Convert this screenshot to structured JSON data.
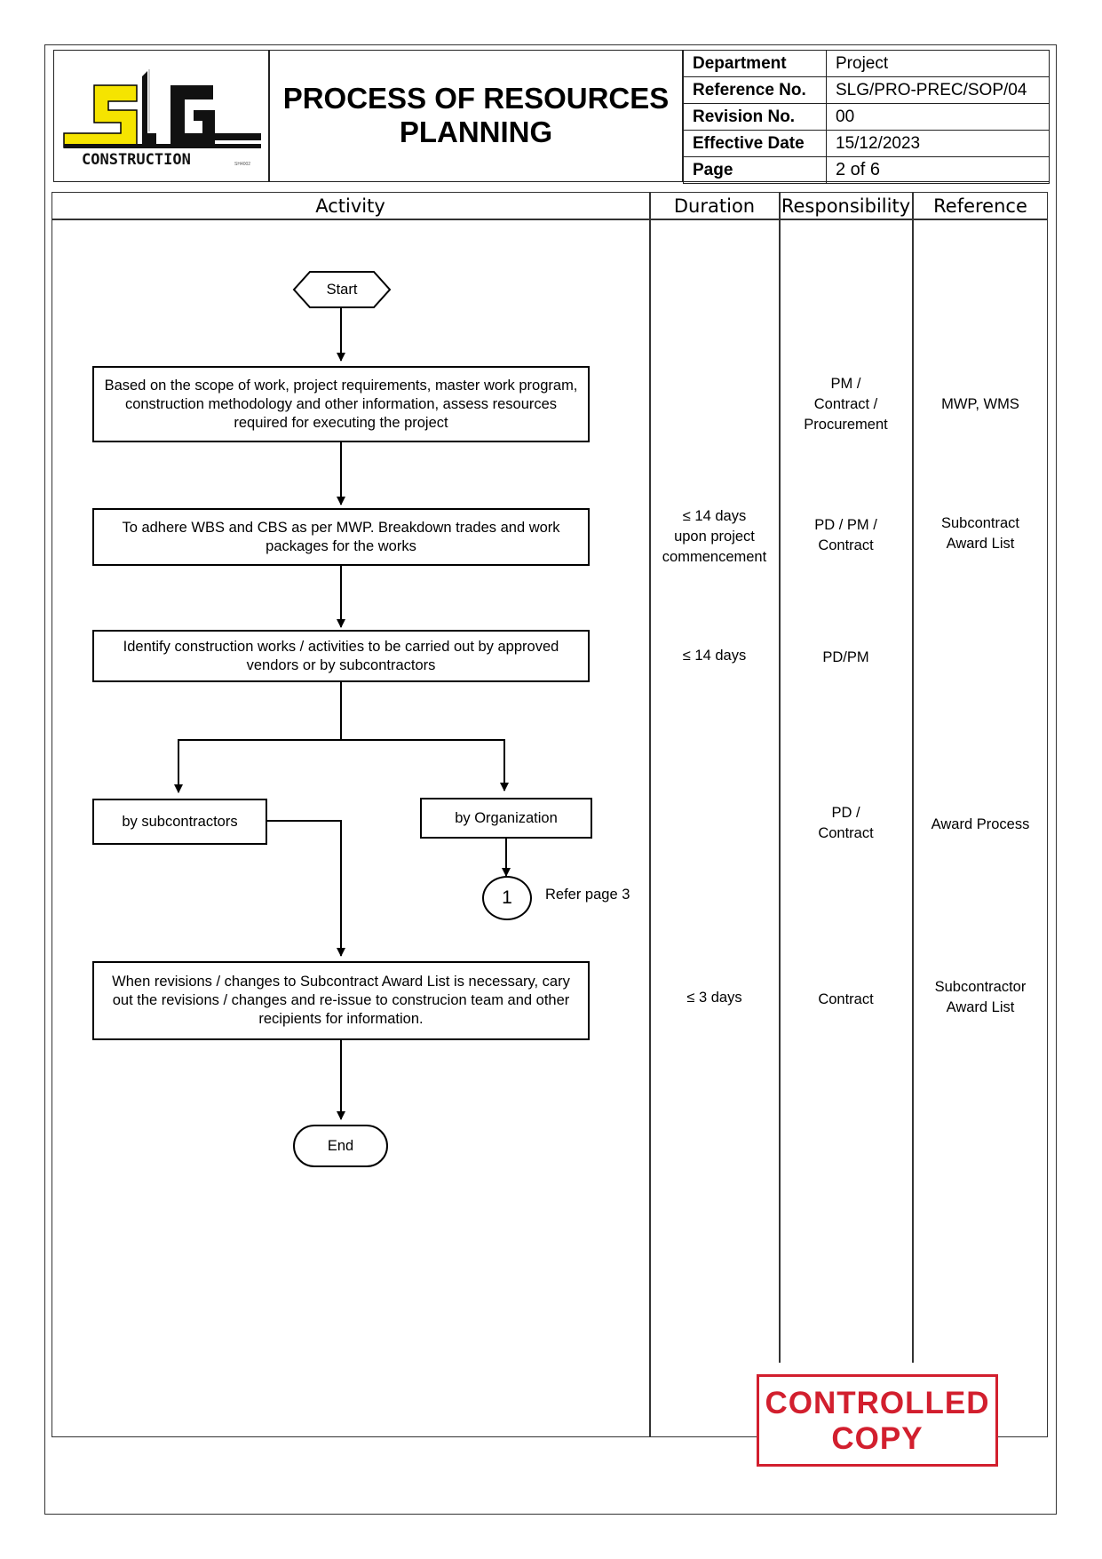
{
  "logo": {
    "letters": "SLG",
    "subtitle": "CONSTRUCTION",
    "tiny": "SH4002"
  },
  "header": {
    "title": "PROCESS OF RESOURCES PLANNING",
    "rows": [
      {
        "label": "Department",
        "value": "Project"
      },
      {
        "label": "Reference No.",
        "value": "SLG/PRO-PREC/SOP/04"
      },
      {
        "label": "Revision No.",
        "value": "00"
      },
      {
        "label": "Effective Date",
        "value": "15/12/2023"
      },
      {
        "label": "Page",
        "value": "2 of 6"
      }
    ]
  },
  "columns": {
    "activity": "Activity",
    "duration": "Duration",
    "responsibility": "Responsibility",
    "reference": "Reference"
  },
  "flow": {
    "start": "Start",
    "step1": "Based on the scope of work, project requirements, master work program, construction methodology and other information, assess resources required for executing the project",
    "step2": "To adhere WBS and CBS as per MWP. Breakdown trades and work packages for the works",
    "step3": "Identify construction works / activities to be carried out by approved vendors or by subcontractors",
    "branch_sub": "by subcontractors",
    "branch_org": "by Organization",
    "connector": "1",
    "connector_note": "Refer page 3",
    "step4": "When revisions / changes to Subcontract Award List is necessary, cary out the revisions / changes and re-issue to construcion team and other recipients for information.",
    "end": "End"
  },
  "rows": {
    "r1": {
      "responsibility": "PM /\nContract /\nProcurement",
      "reference": "MWP, WMS"
    },
    "r2": {
      "duration": "≤ 14 days\nupon project\ncommencement",
      "responsibility": "PD / PM /\nContract",
      "reference": "Subcontract\nAward List"
    },
    "r3": {
      "duration": "≤ 14 days",
      "responsibility": "PD/PM"
    },
    "r4": {
      "responsibility": "PD /\nContract",
      "reference": "Award Process"
    },
    "r5": {
      "duration": "≤ 3 days",
      "responsibility": "Contract",
      "reference": "Subcontractor\nAward List"
    }
  },
  "stamp": {
    "line1": "CONTROLLED",
    "line2": "COPY"
  },
  "colors": {
    "logo_yellow": "#f5e400",
    "stamp_red": "#d21f2e"
  }
}
